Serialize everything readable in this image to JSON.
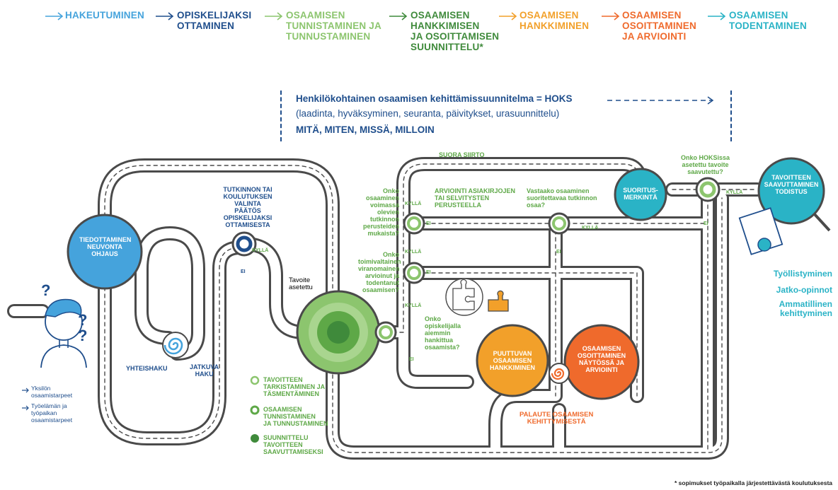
{
  "phases": [
    {
      "label": "HAKEUTUMINEN",
      "color": "#45a3dc"
    },
    {
      "label": "OPISKELIJAKSI\nOTTAMINEN",
      "color": "#1f4e8c"
    },
    {
      "label": "OSAAMISEN\nTUNNISTAMINEN JA\nTUNNUSTAMINEN",
      "color": "#8cc56e"
    },
    {
      "label": "OSAAMISEN\nHANKKIMISEN\nJA OSOITTAMISEN\nSUUNNITTELU*",
      "color": "#3f8a3b"
    },
    {
      "label": "OSAAMISEN\nHANKKIMINEN",
      "color": "#f2a02a"
    },
    {
      "label": "OSAAMISEN\nOSOITTAMINEN\nJA ARVIOINTI",
      "color": "#ef6a2c"
    },
    {
      "label": "OSAAMISEN\nTODENTAMINEN",
      "color": "#2ab3c6"
    }
  ],
  "hoks": {
    "line1": "Henkilökohtainen osaamisen kehittämissuunnitelma = HOKS",
    "line2": "(laadinta, hyväksyminen, seuranta, päivitykset, urasuunnittelu)",
    "line3": "MITÄ, MITEN, MISSÄ, MILLOIN"
  },
  "labels": {
    "suora_siirto": "SUORA SIIRTO",
    "tiedottaminen": "TIEDOTTAMINEN\nNEUVONTA\nOHJAUS",
    "tutkinnon_valinta": "TUTKINNON TAI\nKOULUTUKSEN VALINTA\nPÄÄTÖS OPISKELIJAKSI\nOTTAMISESTA",
    "tavoite_asetettu": "Tavoite\nasetettu",
    "yhteishaku": "YHTEISHAKU",
    "jatkuva_haku": "JATKUVA\nHAKU",
    "q_voimassa": "Onko\nosaaminen\nvoimassa\nolevien\ntutkinnon\nperusteiden\nmukaista?",
    "q_viranomainen": "Onko\ntoimivaltainen\nviranomainen\narvioinut ja\ntodentanut\nosaamisen?",
    "q_aiemmin": "Onko\nopiskelijalla\naiemmin\nhankittua\nosaamista?",
    "arviointi_asiakirjat": "ARVIOINTI ASIAKIRJOJEN\nTAI SELVITYSTEN\nPERUSTEELLA",
    "q_vastaako": "Vastaako osaaminen\nsuoritettavaa tutkinnon\nosaa?",
    "q_hoks_tavoite": "Onko HOKSissa\nasetettu tavoite\nsaavutettu?",
    "suoritusmerkinta": "SUORITUS-\nMERKINTÄ",
    "tavoitteen_saavuttaminen": "TAVOITTEEN\nSAAVUTTAMINEN\nTODISTUS",
    "puuttuvan": "PUUTTUVAN\nOSAAMISEN\nHANKKIMINEN",
    "osoittaminen": "OSAAMISEN\nOSOITTAMINEN\nNÄYTÖSSÄ JA\nARVIOINTI",
    "palaute": "PALAUTE OSAAMISEN\nKEHITTYMISESTÄ",
    "kylla": "KYLLÄ",
    "ei": "EI"
  },
  "legend": [
    {
      "text": "TAVOITTEEN\nTARKISTAMINEN JA\nTÄSMENTÄMINEN"
    },
    {
      "text": "OSAAMISEN\nTUNNISTAMINEN\nJA TUNNUSTAMINEN"
    },
    {
      "text": "SUUNNITTELU\nTAVOITTEEN\nSAAVUTTAMISEKSI"
    }
  ],
  "needs": [
    {
      "text": "Yksilön\nosaamistarpeet"
    },
    {
      "text": "Työelämän ja\ntyöpaikan\nosaamistarpeet"
    }
  ],
  "outcomes": [
    {
      "text": "Työllistyminen"
    },
    {
      "text": "Jatko-opinnot"
    },
    {
      "text": "Ammatillinen\nkehittyminen"
    }
  ],
  "footnote": "* sopimukset työpaikalla järjestettävästä koulutuksesta",
  "colors": {
    "navy": "#1f4e8c",
    "light_blue": "#45a3dc",
    "light_green": "#8cc56e",
    "green": "#5ea847",
    "dark_green": "#3f8a3b",
    "orange": "#f2a02a",
    "red_orange": "#ef6a2c",
    "cyan": "#2ab3c6",
    "road_gray": "#555555"
  }
}
